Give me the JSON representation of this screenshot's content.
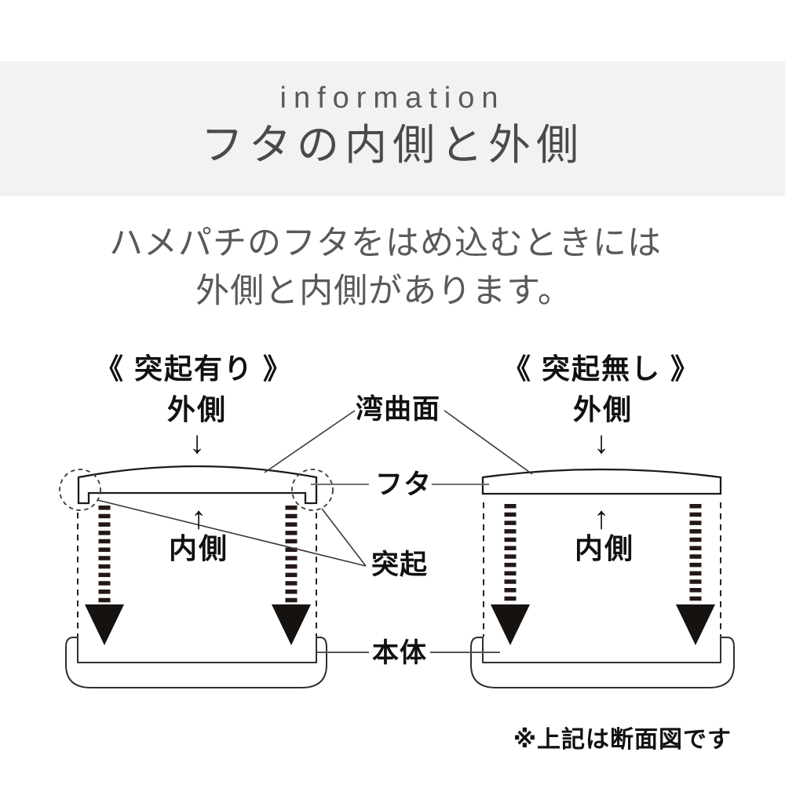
{
  "colors": {
    "header_band_bg": "#f2f2f1",
    "eyebrow_text": "#5a5a5a",
    "title_text": "#4a4a4a",
    "intro_text": "#595959",
    "diagram_text": "#111111",
    "outline_black": "#1a1a1a",
    "press_arrow_dark": "#231815",
    "pointer_line_gray": "#707070"
  },
  "header": {
    "eyebrow": "information",
    "title": "フタの内側と外側"
  },
  "intro": {
    "line1": "ハメパチのフタをはめ込むときには",
    "line2": "外側と内側があります。"
  },
  "diagram": {
    "left": {
      "heading": "《 突起有り 》",
      "outer_label": "外側",
      "inner_label": "内側",
      "down_arrow": "↓",
      "up_arrow": "↑"
    },
    "right": {
      "heading": "《 突起無し 》",
      "outer_label": "外側",
      "inner_label": "内側",
      "down_arrow": "↓",
      "up_arrow": "↑"
    },
    "labels": {
      "curved_surface": "湾曲面",
      "lid": "フタ",
      "protrusion": "突起",
      "body": "本体"
    },
    "note": "※上記は断面図です"
  }
}
